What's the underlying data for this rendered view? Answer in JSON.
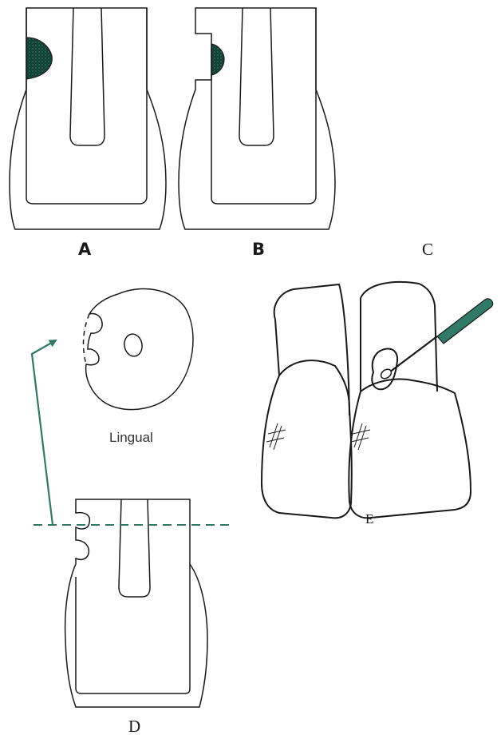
{
  "panels": {
    "a": {
      "label": "A"
    },
    "b": {
      "label": "B"
    },
    "c": {
      "label": "C"
    },
    "d": {
      "label": "D",
      "section_label": "Lingual"
    },
    "e": {
      "label": "E"
    }
  },
  "colors": {
    "line": "#1a1a1a",
    "caries": "#0f3b30",
    "accent": "#2e7a66"
  }
}
